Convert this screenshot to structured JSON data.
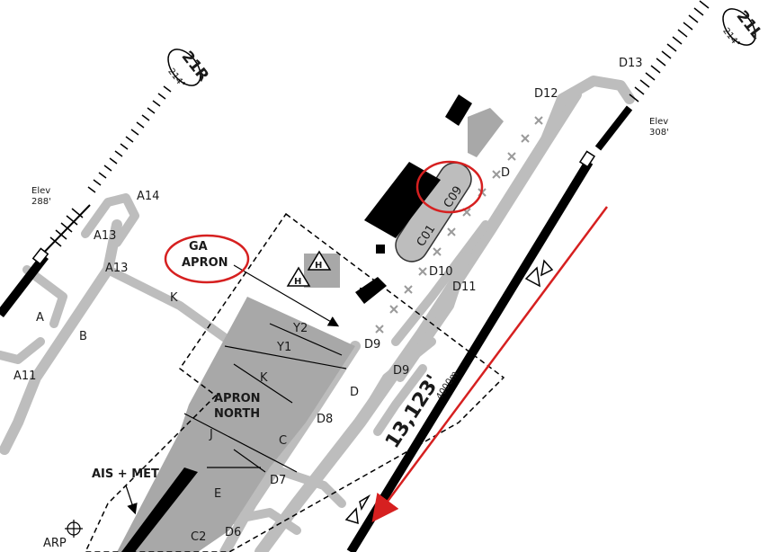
{
  "runways": {
    "left": {
      "id": "21R",
      "heading": "214°",
      "elev_label": "Elev",
      "elev_value": "288'"
    },
    "right": {
      "id": "21L",
      "heading": "214°",
      "elev_label": "Elev",
      "elev_value": "308'"
    }
  },
  "runway_length": {
    "feet": "13,123'",
    "meters": "4000m"
  },
  "areas": {
    "ga_apron_line1": "GA",
    "ga_apron_line2": "APRON",
    "apron_north_line1": "APRON",
    "apron_north_line2": "NORTH",
    "ais_met": "AIS + MET",
    "arp": "ARP"
  },
  "stands": [
    "C01",
    "C09"
  ],
  "taxiways": {
    "a14": "A14",
    "a13": "A13",
    "a13b": "A13",
    "a11": "A11",
    "a": "A",
    "b": "B",
    "k": "K",
    "k2": "K",
    "y1": "Y1",
    "y2": "Y2",
    "j": "J",
    "c": "C",
    "c2": "C2",
    "e": "E",
    "d": "D",
    "d_low": "D",
    "d6": "D6",
    "d7": "D7",
    "d8": "D8",
    "d9": "D9",
    "d9b": "D9",
    "d10": "D10",
    "d11": "D11",
    "d12": "D12",
    "d13": "D13"
  },
  "colors": {
    "runway": "#000000",
    "taxiway": "#bdbdbd",
    "apron": "#a8a8a8",
    "building": "#000000",
    "annotation": "#d62020"
  },
  "icons": [
    "heliport-h-icon",
    "helipad-h-icon",
    "arp-crosshair-icon",
    "runway-arrow-icon"
  ]
}
